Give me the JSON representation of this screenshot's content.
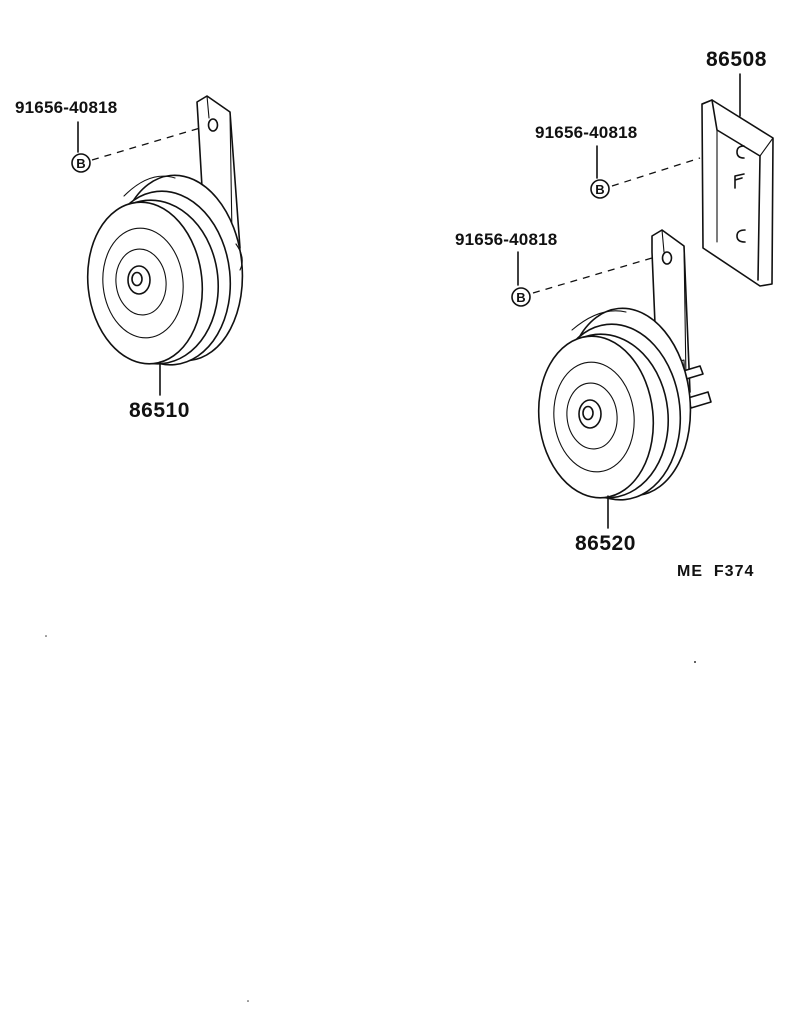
{
  "labels": {
    "bolt_left": "91656-40818",
    "bolt_right_upper": "91656-40818",
    "bolt_right_lower": "91656-40818",
    "bracket_part": "86508",
    "horn_left_part": "86510",
    "horn_right_part": "86520",
    "diagram_code": "ME  F374",
    "bolt_marker": "B"
  }
}
